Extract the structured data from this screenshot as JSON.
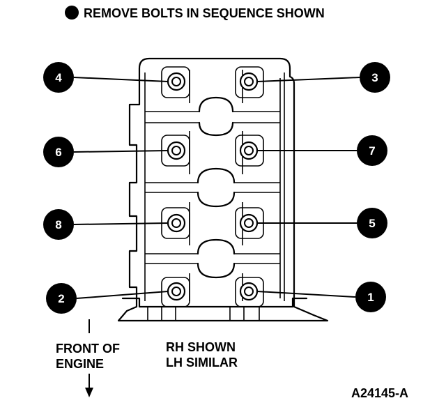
{
  "header": {
    "text": "REMOVE BOLTS IN SEQUENCE SHOWN"
  },
  "front_label": {
    "line1": "FRONT OF",
    "line2": "ENGINE"
  },
  "shown_label": {
    "line1": "RH SHOWN",
    "line2": "LH SIMILAR"
  },
  "figure_id": "A24145-A",
  "bolts": [
    {
      "label": "4"
    },
    {
      "label": "3"
    },
    {
      "label": "6"
    },
    {
      "label": "7"
    },
    {
      "label": "8"
    },
    {
      "label": "5"
    },
    {
      "label": "2"
    },
    {
      "label": "1"
    }
  ],
  "colors": {
    "ink": "#000000",
    "paper": "#ffffff"
  }
}
